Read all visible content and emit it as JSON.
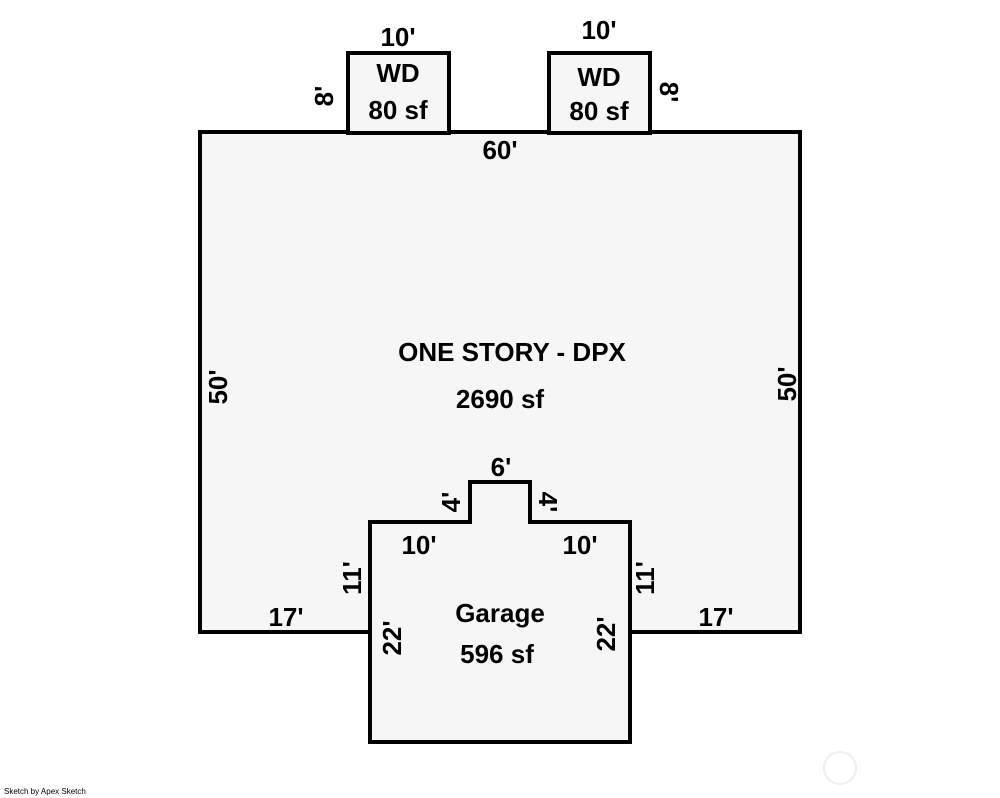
{
  "main_area": {
    "name": "ONE STORY - DPX",
    "area": "2690 sf"
  },
  "garage": {
    "name": "Garage",
    "area": "596 sf"
  },
  "wd_left": {
    "name": "WD",
    "area": "80 sf",
    "width": "10'",
    "depth": "8'"
  },
  "wd_right": {
    "name": "WD",
    "area": "80 sf",
    "width": "10'",
    "depth": "8'"
  },
  "dimensions": {
    "top": "60'",
    "left": "50'",
    "right": "50'",
    "bottom_left": "17'",
    "bottom_right": "17'",
    "garage_side_left_upper": "11'",
    "garage_side_right_upper": "11'",
    "garage_side_left": "22'",
    "garage_side_right": "22'",
    "garage_top_left": "10'",
    "garage_top_right": "10'",
    "notch_top": "6'",
    "notch_left": "4'",
    "notch_right": "4'"
  },
  "footer": "Sketch by Apex Sketch",
  "colors": {
    "fill": "#f6f6f6",
    "stroke": "#000000",
    "background": "#ffffff"
  }
}
